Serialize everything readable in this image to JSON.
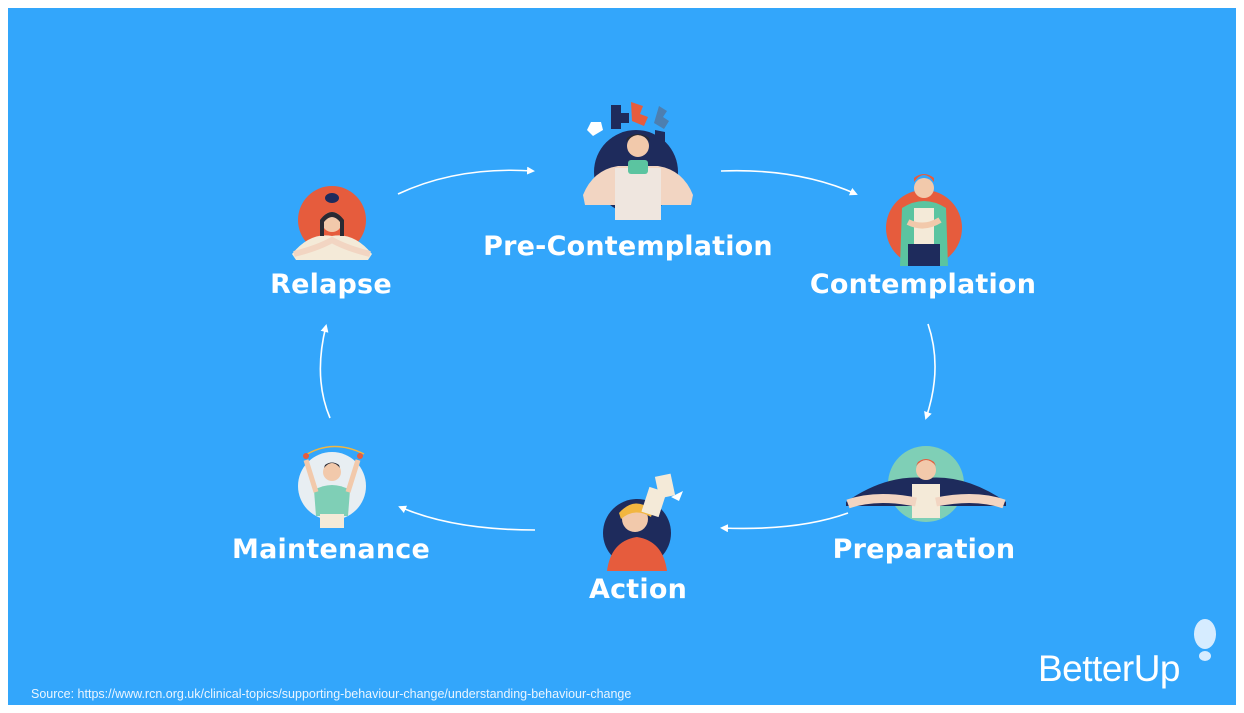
{
  "stages": {
    "precontemplation": "Pre-Contemplation",
    "contemplation": "Contemplation",
    "preparation": "Preparation",
    "action": "Action",
    "maintenance": "Maintenance",
    "relapse": "Relapse"
  },
  "source": "Source: https://www.rcn.org.uk/clinical-topics/supporting-behaviour-change/understanding-behaviour-change",
  "brand": "BetterUp",
  "colors": {
    "background": "#33a6fb",
    "label": "#ffffff",
    "accent_red": "#e65c3d",
    "accent_teal": "#5bc4a0",
    "accent_navy": "#1e2b5c"
  },
  "icons": [
    "puzzle-person-icon",
    "thinking-person-icon",
    "tearing-paper-person-icon",
    "reading-person-icon",
    "skipping-person-icon",
    "speech-bubble-person-icon",
    "lightbulb-logo-icon"
  ]
}
